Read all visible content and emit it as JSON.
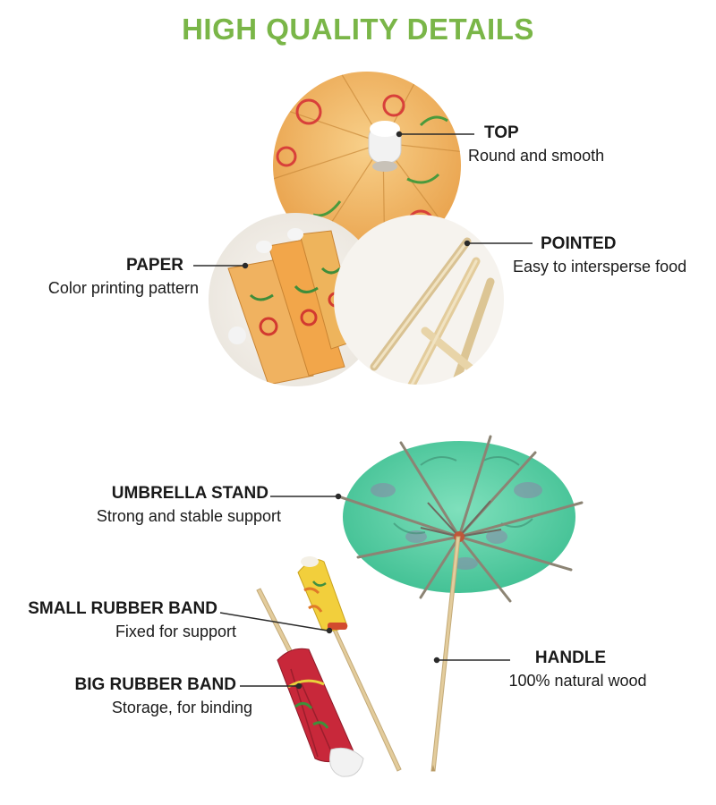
{
  "title": "HIGH QUALITY DETAILS",
  "colors": {
    "title": "#7ab648",
    "paper_orange": "#f0b260",
    "paper_teal": "#5fcfa8",
    "wood": "#e3cc9c",
    "red_paper": "#c8283a",
    "yellow_paper": "#f2cf3c"
  },
  "callouts": {
    "top": {
      "heading": "TOP",
      "subtext": "Round and smooth"
    },
    "paper": {
      "heading": "PAPER",
      "subtext": "Color printing pattern"
    },
    "pointed": {
      "heading": "POINTED",
      "subtext": "Easy to intersperse food"
    },
    "stand": {
      "heading": "UMBRELLA STAND",
      "subtext": "Strong and stable support"
    },
    "small_band": {
      "heading": "SMALL RUBBER BAND",
      "subtext": "Fixed for support"
    },
    "handle": {
      "heading": "HANDLE",
      "subtext": "100% natural wood"
    },
    "big_band": {
      "heading": "BIG RUBBER BAND",
      "subtext": "Storage, for binding"
    }
  },
  "icons": {
    "top_photo": "umbrella-top-closeup",
    "paper_photo": "closed-umbrellas-closeup",
    "pointed_photo": "toothpick-points-closeup",
    "open_umbrella": "open-paper-umbrella",
    "closed_yellow": "closed-yellow-umbrella",
    "closed_red": "closed-red-umbrella"
  }
}
